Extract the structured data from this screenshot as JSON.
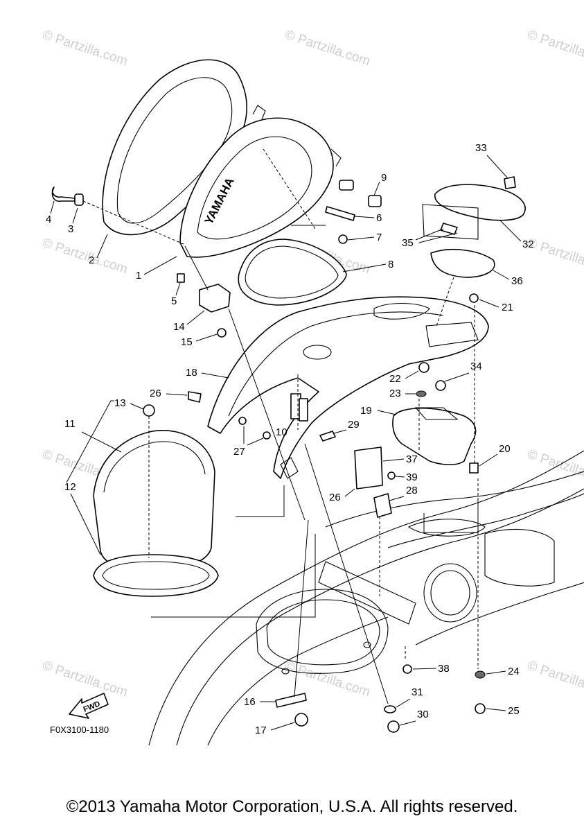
{
  "watermark": "© Partzilla.com",
  "diagram_code": "F0X3100-1180",
  "fwd_label": "FWD",
  "hood_logo": "YAMAHA",
  "copyright": "©2013 Yamaha Motor Corporation, U.S.A. All rights reserved.",
  "callouts": [
    "1",
    "2",
    "3",
    "4",
    "5",
    "6",
    "7",
    "8",
    "9",
    "10",
    "11",
    "12",
    "13",
    "14",
    "15",
    "16",
    "17",
    "18",
    "19",
    "20",
    "21",
    "22",
    "23",
    "24",
    "25",
    "26",
    "26",
    "27",
    "28",
    "29",
    "30",
    "31",
    "32",
    "33",
    "34",
    "35",
    "36",
    "37",
    "38",
    "39"
  ]
}
